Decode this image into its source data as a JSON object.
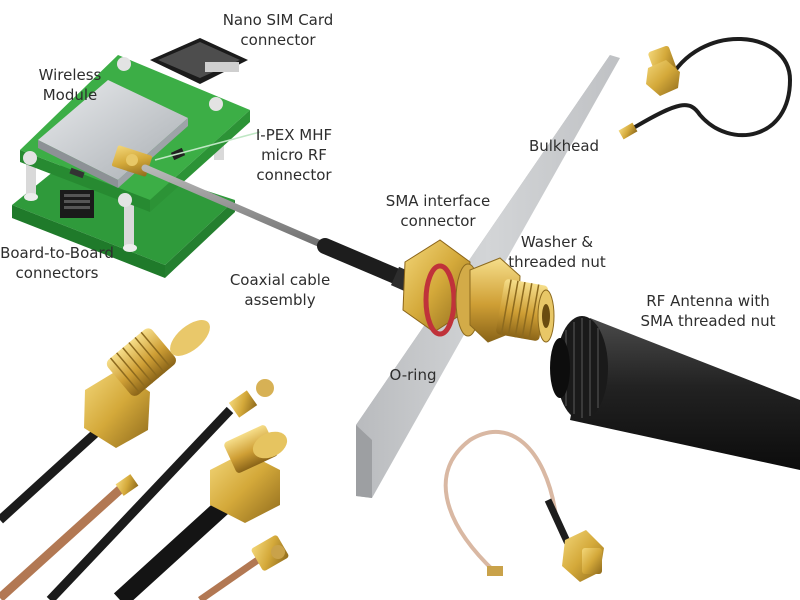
{
  "labels": {
    "nano_sim": "Nano SIM Card\nconnector",
    "wireless_module": "Wireless\nModule",
    "ipex": "I-PEX MHF\nmicro RF\nconnector",
    "bulkhead": "Bulkhead",
    "sma_interface": "SMA interface\nconnector",
    "washer_nut": "Washer &\nthreaded nut",
    "board_to_board": "Board-to-Board\nconnectors",
    "coax": "Coaxial cable\nassembly",
    "rf_antenna": "RF Antenna with\nSMA threaded nut",
    "o_ring": "O-ring"
  },
  "colors": {
    "pcb_green": "#3aa844",
    "pcb_dark": "#2a8a34",
    "shield_silver": "#c9cdd1",
    "bulkhead_gray": "#c4c6c8",
    "gold": "#d4a93a",
    "gold_dark": "#9c7520",
    "cable_gray": "#8c8c8c",
    "cable_black": "#1e1e1e",
    "cable_brown": "#b57a55",
    "oring_red": "#c0323a"
  }
}
